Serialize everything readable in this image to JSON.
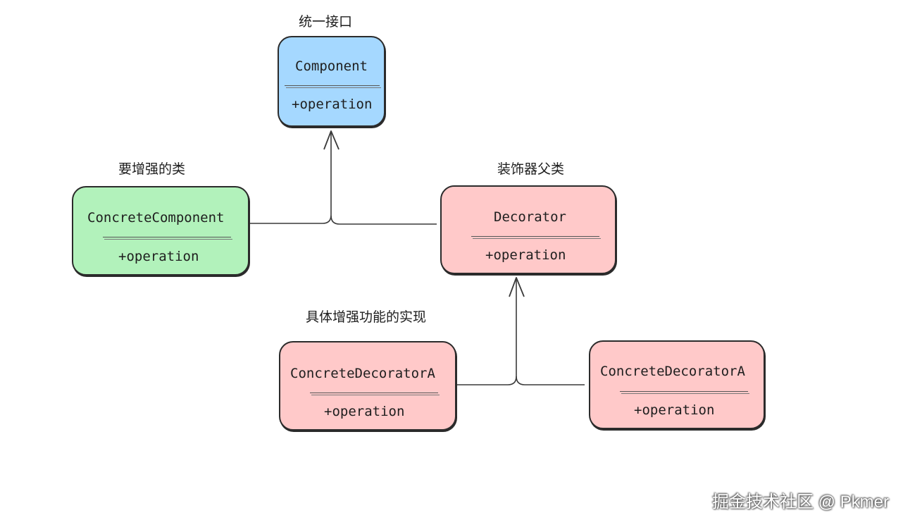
{
  "diagram": {
    "labels": {
      "interface": "统一接口",
      "enhanced_class": "要增强的类",
      "decorator_parent": "装饰器父类",
      "concrete_impl": "具体增强功能的实现"
    },
    "component": {
      "title": "Component",
      "method": "+operation",
      "color": "#a5d8ff"
    },
    "concrete_component": {
      "title": "ConcreteComponent",
      "method": "+operation",
      "color": "#b2f2bb"
    },
    "decorator": {
      "title": "Decorator",
      "method": "+operation",
      "color": "#ffc9c9"
    },
    "concrete_decorator_a": {
      "title": "ConcreteDecoratorA",
      "method": "+operation",
      "color": "#ffc9c9"
    },
    "concrete_decorator_b": {
      "title": "ConcreteDecoratorA",
      "method": "+operation",
      "color": "#ffc9c9"
    }
  },
  "watermark": "掘金技术社区 @ Pkmer"
}
